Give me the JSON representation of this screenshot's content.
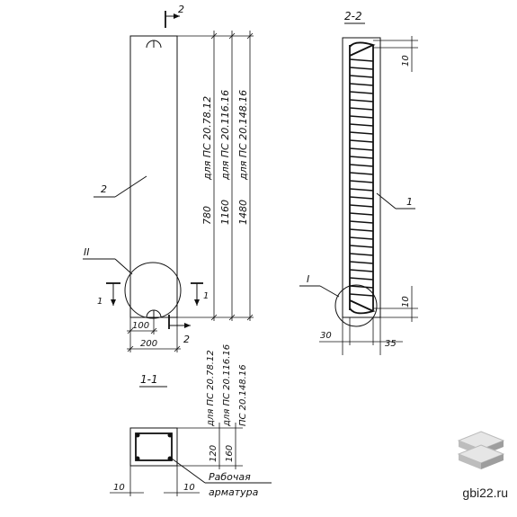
{
  "front_view": {
    "section_mark": "2",
    "section_mark_bottom": "2",
    "marker_1_left": "1",
    "marker_1_right": "1",
    "callout_part": "2",
    "callout_detail": "II",
    "dim_100": "100",
    "dim_200": "200",
    "heights": [
      {
        "value": "780",
        "label": "для ПС 20.78.12"
      },
      {
        "value": "1160",
        "label": "для ПС 20.116.16"
      },
      {
        "value": "1480",
        "label": "для ПС 20.148.16"
      }
    ]
  },
  "section_2_2": {
    "title": "2-2",
    "dim_top": "10",
    "dim_bottom": "10",
    "dim_left": "30",
    "dim_right": "35",
    "callout_rebar": "1",
    "callout_detail": "I"
  },
  "section_1_1": {
    "title": "1-1",
    "label_a": "для ПС 20.78.12",
    "label_b": "для ПС 20.116.16",
    "label_c": "ПС 20.148.16",
    "dim_120": "120",
    "dim_160": "160",
    "dim_left": "10",
    "dim_right": "10",
    "rebar_label_1": "Рабочая",
    "rebar_label_2": "арматура"
  },
  "logo": {
    "site": "gbi22.ru"
  }
}
